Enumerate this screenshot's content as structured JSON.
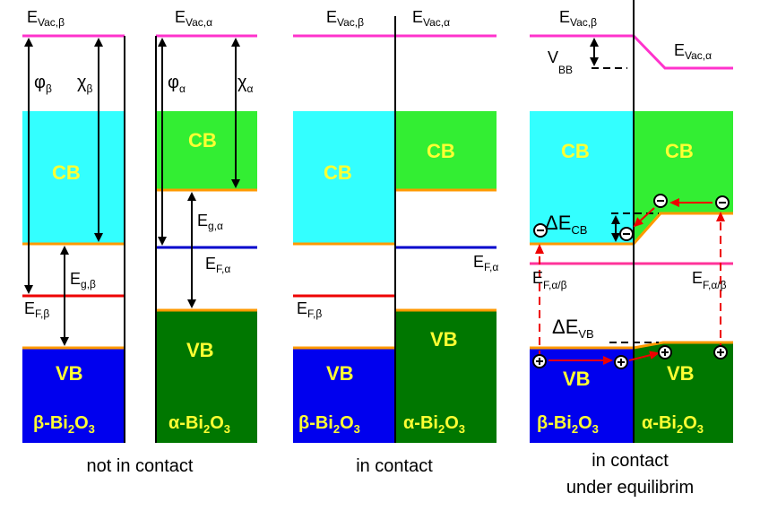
{
  "colors": {
    "vac": "#ff33cc",
    "cb_beta": "#33ffff",
    "cb_alpha": "#33ee33",
    "vb_beta": "#0000ee",
    "vb_alpha": "#007700",
    "band_edge": "#ff9900",
    "fermi_beta": "#ee0000",
    "fermi_alpha": "#0000cc",
    "fermi_eq": "#ff3399",
    "label_yellow": "#ffff33",
    "electron_path": "#ee0000"
  },
  "panel1": {
    "e_vac_beta": "E_Vac,β",
    "e_vac_alpha": "E_Vac,α",
    "phi_beta": "φ_β",
    "chi_beta": "χ_β",
    "phi_alpha": "φ_α",
    "chi_alpha": "χ_α",
    "cb_beta": "CB",
    "cb_alpha": "CB",
    "eg_alpha": "E_g,α",
    "ef_alpha": "E_F,α",
    "eg_beta": "E_g,β",
    "ef_beta": "E_F,β",
    "vb_alpha": "VB",
    "vb_beta": "VB",
    "mat_beta": "β-Bi₂O₃",
    "mat_alpha": "α-Bi₂O₃",
    "caption": "not in contact"
  },
  "panel2": {
    "e_vac_beta": "E_Vac,β",
    "e_vac_alpha": "E_Vac,α",
    "cb": "CB",
    "cb_alpha": "CB",
    "ef_alpha": "E_F,α",
    "ef_beta": "E_F,β",
    "vb_alpha": "VB",
    "vb_beta": "VB",
    "mat_beta": "β-Bi₂O₃",
    "mat_alpha": "α-Bi₂O₃",
    "caption": "in contact"
  },
  "panel3": {
    "e_vac_beta": "E_Vac,β",
    "v_bb": "V_BB",
    "e_vac_alpha": "E_Vac,α",
    "cb_beta": "CB",
    "cb_alpha": "CB",
    "delta_ecb": "ΔE_CB",
    "ef_left": "E_F,α/β",
    "ef_right": "E_F,α/β",
    "delta_evb": "ΔE_VB",
    "vb_beta": "VB",
    "vb_alpha": "VB",
    "mat_beta": "β-Bi₂O₃",
    "mat_alpha": "α-Bi₂O₃",
    "electron": "−",
    "hole": "+",
    "caption_line1": "in contact",
    "caption_line2": "under equilibrim"
  }
}
